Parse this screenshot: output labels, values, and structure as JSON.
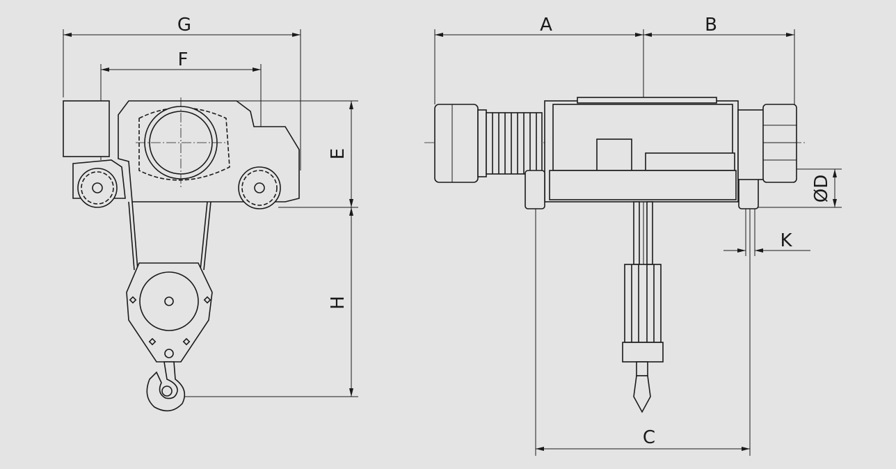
{
  "title": "Wire rope hoist dimension drawing",
  "labels": {
    "G": "G",
    "F": "F",
    "E": "E",
    "H": "H",
    "A": "A",
    "B": "B",
    "D": "ØD",
    "K": "K",
    "C": "C"
  }
}
